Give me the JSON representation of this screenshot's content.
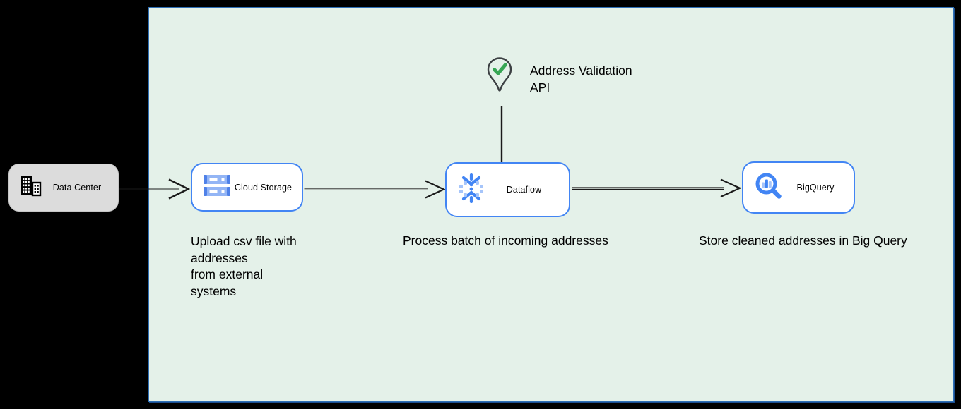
{
  "colors": {
    "background": "#000000",
    "boundary_fill": "#e4f1e9",
    "boundary_border": "#2e6fb5",
    "node_border_blue": "#4285f4",
    "data_center_fill": "#dcdcdc",
    "icon_blue": "#4285f4",
    "icon_light_blue": "#a4c3f7",
    "check_green": "#36a654",
    "pin_outline": "#3c4043",
    "edge_color": "#1a1a1a"
  },
  "nodes": {
    "data_center": {
      "label": "Data Center",
      "icon": "building-icon"
    },
    "cloud_storage": {
      "label": "Cloud Storage",
      "icon": "cloud-storage-icon"
    },
    "dataflow": {
      "label": "Dataflow",
      "icon": "dataflow-icon"
    },
    "bigquery": {
      "label": "BigQuery",
      "icon": "bigquery-icon"
    },
    "address_validation": {
      "label": "Address Validation\nAPI",
      "icon": "map-pin-check-icon"
    }
  },
  "annotations": {
    "upload": "Upload csv file with\naddresses\nfrom external\nsystems",
    "process": "Process batch of incoming addresses",
    "store": "Store cleaned addresses in Big Query"
  },
  "edges": [
    {
      "from": "data-center",
      "to": "cloud-storage"
    },
    {
      "from": "cloud-storage",
      "to": "dataflow"
    },
    {
      "from": "dataflow",
      "to": "bigquery"
    },
    {
      "from": "address-validation",
      "to": "dataflow"
    }
  ]
}
